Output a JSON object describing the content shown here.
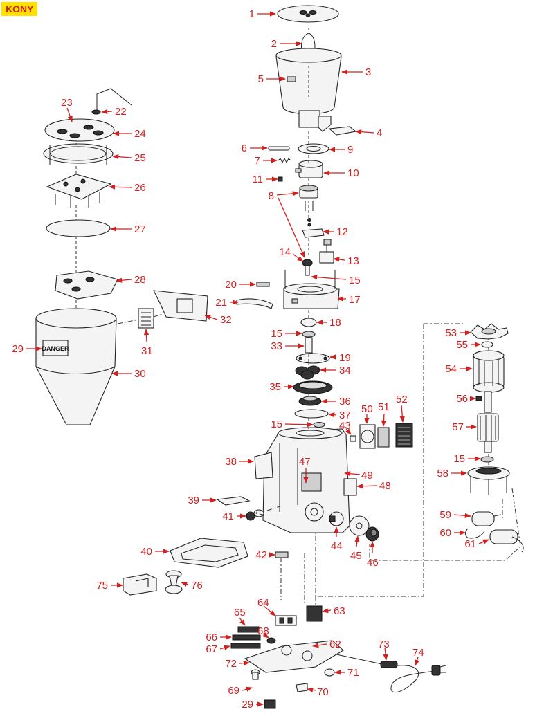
{
  "header": {
    "brand_label": "KONY"
  },
  "colors": {
    "callout": "#d02020",
    "badge_bg": "#ffe100",
    "badge_text": "#d31d1d"
  },
  "callouts": {
    "c1": "1",
    "c2": "2",
    "c3": "3",
    "c4": "4",
    "c5": "5",
    "c6": "6",
    "c7": "7",
    "c8": "8",
    "c9": "9",
    "c10": "10",
    "c11": "11",
    "c12": "12",
    "c13": "13",
    "c14": "14",
    "c15a": "15",
    "c15b": "15",
    "c15c": "15",
    "c15d": "15",
    "c17": "17",
    "c18": "18",
    "c19": "19",
    "c20": "20",
    "c21": "21",
    "c22": "22",
    "c23": "23",
    "c24": "24",
    "c25": "25",
    "c26": "26",
    "c27": "27",
    "c28": "28",
    "c29a": "29",
    "c29b": "29",
    "c30": "30",
    "c31": "31",
    "c32": "32",
    "c33": "33",
    "c34": "34",
    "c35": "35",
    "c36": "36",
    "c37": "37",
    "c38": "38",
    "c39": "39",
    "c40": "40",
    "c41": "41",
    "c42": "42",
    "c43": "43",
    "c44": "44",
    "c45": "45",
    "c46": "46",
    "c47": "47",
    "c48": "48",
    "c49": "49",
    "c50": "50",
    "c51": "51",
    "c52": "52",
    "c53": "53",
    "c54": "54",
    "c55": "55",
    "c56": "56",
    "c57": "57",
    "c58": "58",
    "c59": "59",
    "c60": "60",
    "c61": "61",
    "c62": "62",
    "c63": "63",
    "c64": "64",
    "c65": "65",
    "c66": "66",
    "c67": "67",
    "c68": "68",
    "c69": "69",
    "c70": "70",
    "c71": "71",
    "c72": "72",
    "c73": "73",
    "c74": "74",
    "c75": "75",
    "c76": "76"
  },
  "part_texts": {
    "danger_plate": "DANGER"
  }
}
